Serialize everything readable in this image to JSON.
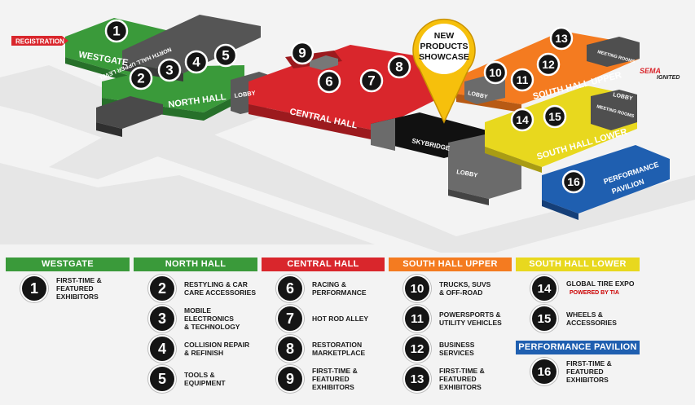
{
  "colors": {
    "westgate": "#3a9a3a",
    "north_hall": "#3a9a3a",
    "central_hall": "#d9262c",
    "south_hall_upper": "#f47b20",
    "south_hall_lower": "#e8d81e",
    "performance_pavilion": "#1f5fb0",
    "pin": "#f6c00c"
  },
  "map": {
    "registration": "REGISTRATION",
    "westgate": "WESTGATE",
    "north_hall": "NORTH HALL",
    "north_hall_upper": "NORTH HALL UPPER LEVEL",
    "lobby_north": "LOBBY",
    "central_hall": "CENTRAL HALL",
    "skybridge": "SKYBRIDGE",
    "lobby_south": "LOBBY",
    "lobby_upper": "LOBBY",
    "lobby_lower": "LOBBY",
    "meeting_rooms": "MEETING ROOMS",
    "south_hall_upper": "SOUTH HALL UPPER",
    "south_hall_lower": "SOUTH HALL LOWER",
    "performance_pavilion_l1": "PERFORMANCE",
    "performance_pavilion_l2": "PAVILION",
    "pin_l1": "NEW",
    "pin_l2": "PRODUCTS",
    "pin_l3": "SHOWCASE",
    "logo_l1": "SEMA",
    "logo_l2": "IGNITED",
    "numbers": {
      "n1": "1",
      "n2": "2",
      "n3": "3",
      "n4": "4",
      "n5": "5",
      "n6": "6",
      "n7": "7",
      "n8": "8",
      "n9": "9",
      "n10": "10",
      "n11": "11",
      "n12": "12",
      "n13": "13",
      "n14": "14",
      "n15": "15",
      "n16": "16"
    }
  },
  "legend": {
    "westgate": {
      "title": "WESTGATE",
      "items": [
        {
          "num": "1",
          "text": "FIRST-TIME &\nFEATURED EXHIBITORS"
        }
      ]
    },
    "north_hall": {
      "title": "NORTH HALL",
      "items": [
        {
          "num": "2",
          "text": "RESTYLING & CAR\nCARE ACCESSORIES"
        },
        {
          "num": "3",
          "text": "MOBILE ELECTRONICS\n& TECHNOLOGY"
        },
        {
          "num": "4",
          "text": "COLLISION REPAIR\n& REFINISH"
        },
        {
          "num": "5",
          "text": "TOOLS &\nEQUIPMENT"
        }
      ]
    },
    "central_hall": {
      "title": "CENTRAL HALL",
      "items": [
        {
          "num": "6",
          "text": "RACING &\nPERFORMANCE"
        },
        {
          "num": "7",
          "text": "HOT ROD ALLEY"
        },
        {
          "num": "8",
          "text": "RESTORATION\nMARKETPLACE"
        },
        {
          "num": "9",
          "text": "FIRST-TIME &\nFEATURED EXHIBITORS"
        }
      ]
    },
    "south_hall_upper": {
      "title": "SOUTH HALL UPPER",
      "items": [
        {
          "num": "10",
          "text": "TRUCKS, SUVs\n& OFF-ROAD"
        },
        {
          "num": "11",
          "text": "POWERSPORTS &\nUTILITY VEHICLES"
        },
        {
          "num": "12",
          "text": "BUSINESS\nSERVICES"
        },
        {
          "num": "13",
          "text": "FIRST-TIME &\nFEATURED EXHIBITORS"
        }
      ]
    },
    "south_hall_lower": {
      "title": "SOUTH HALL LOWER",
      "items": [
        {
          "num": "14",
          "text": "GLOBAL TIRE EXPO",
          "sponsor": "POWERED BY TIA"
        },
        {
          "num": "15",
          "text": "WHEELS &\nACCESSORIES"
        }
      ]
    },
    "performance_pavilion": {
      "title": "PERFORMANCE PAVILION",
      "items": [
        {
          "num": "16",
          "text": "FIRST-TIME &\nFEATURED EXHIBITORS"
        }
      ]
    }
  }
}
